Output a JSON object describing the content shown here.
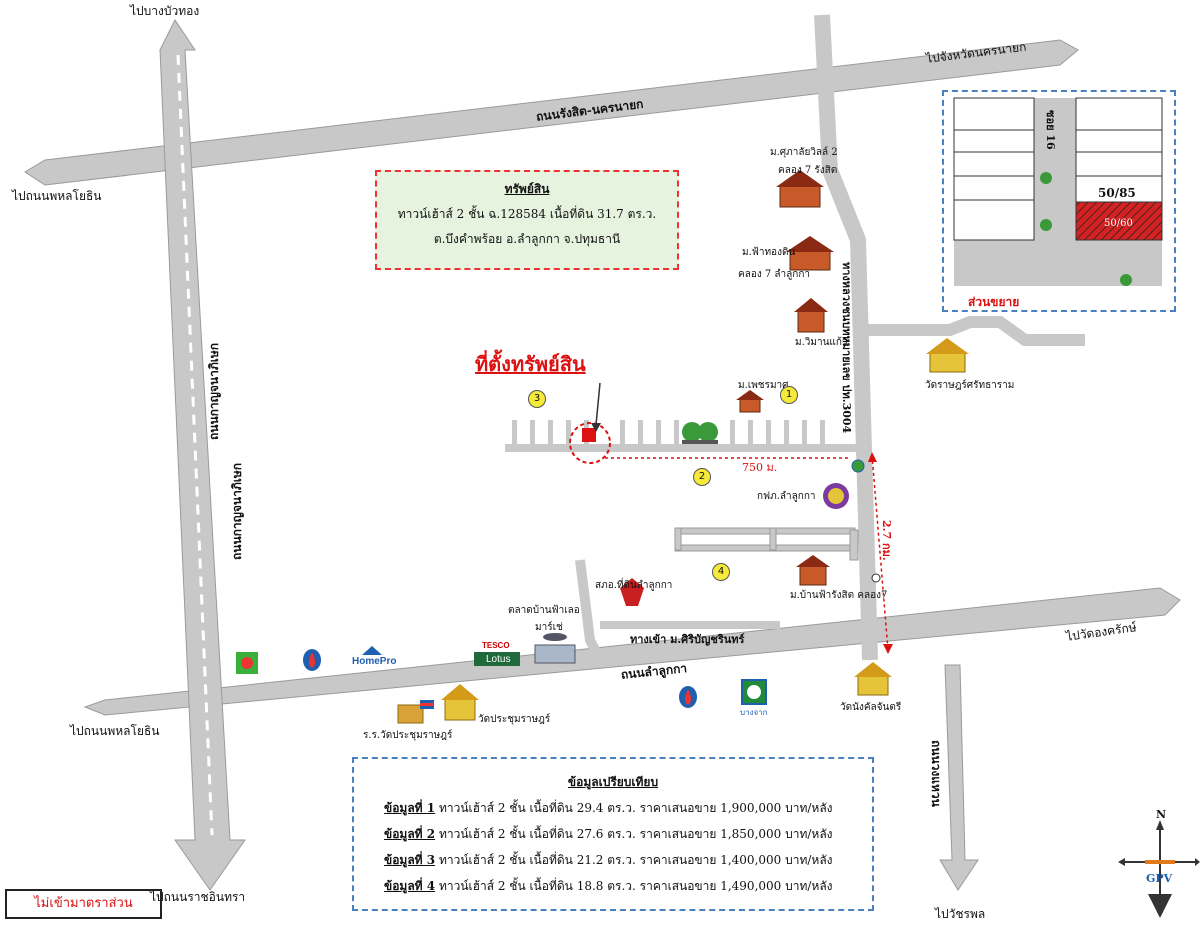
{
  "directions": {
    "north_top": "ไปบางบัวทอง",
    "to_nakhon_nayok": "ไปจังหวัดนครนายก",
    "to_phahon_top": "ไปถนนพหลโยธิน",
    "to_phahon_bottom": "ไปถนนพหลโยธิน",
    "to_ratchainthra": "ไปถนนราชอินทรา",
    "to_wat_ongkarak": "ไปวัดองครักษ์",
    "to_wat_chaphon": "ไปวัชรพล"
  },
  "roads": {
    "rangsit_nakhonnayok": "ถนนรังสิต-นครนายก",
    "lam_luk_ka": "ถนนลำลูกกา",
    "kanchanaphisek_a": "ถนนกาญจนาภิเษก",
    "kanchanaphisek_b": "ถนนกาญจนาภิเษก",
    "route_3004": "ทางหลวงชนบทหมายเลข ปท.3004",
    "soi_16": "ซอย 16",
    "entrance_sapphire": "ทางเข้า ม.ศิริบัญชรินทร์",
    "wongwaen": "ถนนวงแหวน"
  },
  "property": {
    "location_label": "ที่ตั้งทรัพย์สิน",
    "box_title": "ทรัพย์สิน",
    "line1": "ทาวน์เฮ้าส์ 2 ชั้น ฉ.128584 เนื้อที่ดิน 31.7 ตร.ว.",
    "line2": "ต.บึงคำพร้อย อ.ลำลูกกา จ.ปทุมธานี"
  },
  "distances": {
    "d750": "750 ม.",
    "d27": "2.7 กม."
  },
  "landmarks": {
    "m_suphakorn": "ม.ศุภาลัยวิลล์ 2",
    "m_suphakorn_b": "คลอง 7 รังสิต",
    "m_fa_rung": "ม.ฟ้าทองดิน",
    "m_fa_rung_b": "คลอง 7 ลำลูกกา",
    "m_wimarn": "ม.วิมานแก้ว",
    "m_phrommas": "ม.เพชรมาศ",
    "wat_rat": "วัดราษฎร์ศรัทธาราม",
    "kfk": "กฟภ.ลำลูกกา",
    "m_baan_rangsit": "ม.บ้านฟ้ารังสิต คลอง7",
    "police": "สภอ.ที่ดินลำลูกกา",
    "market": "ตลาดบ้านฟ้าเลอ",
    "market_b": "มาร์เช่",
    "school": "ร.ร.วัดประชุมราษฎร์",
    "wat_prachum": "วัดประชุมราษฎร์",
    "wat_nang": "วัดนังคัลจันตรี",
    "homepro": "HomePro",
    "tesco": "TESCO",
    "lotus": "Lotus",
    "bangchak": "บางจาก"
  },
  "inset": {
    "plot_number": "50/85",
    "plot_highlight": "50/60",
    "label": "ส่วนขยาย",
    "soi": "ซอย 16"
  },
  "comparables": {
    "title": "ข้อมูลเปรียบเทียบ",
    "rows": [
      {
        "label": "ข้อมูลที่ 1",
        "text": "ทาวน์เฮ้าส์ 2 ชั้น เนื้อที่ดิน 29.4 ตร.ว. ราคาเสนอขาย 1,900,000 บาท/หลัง"
      },
      {
        "label": "ข้อมูลที่ 2",
        "text": "ทาวน์เฮ้าส์ 2 ชั้น เนื้อที่ดิน 27.6 ตร.ว. ราคาเสนอขาย 1,850,000 บาท/หลัง"
      },
      {
        "label": "ข้อมูลที่ 3",
        "text": "ทาวน์เฮ้าส์ 2 ชั้น เนื้อที่ดิน 21.2 ตร.ว. ราคาเสนอขาย 1,400,000 บาท/หลัง"
      },
      {
        "label": "ข้อมูลที่ 4",
        "text": "ทาวน์เฮ้าส์ 2 ชั้น เนื้อที่ดิน 18.8 ตร.ว. ราคาเสนอขาย 1,490,000 บาท/หลัง"
      }
    ]
  },
  "markers": [
    "1",
    "2",
    "3",
    "4"
  ],
  "note": "ไม่เข้ามาตราส่วน",
  "compass": {
    "north": "N",
    "logo": "GPV"
  },
  "colors": {
    "road": "#c8c8c8",
    "road_edge": "#9a9a9a",
    "highlight": "#d11",
    "house": "#c85a2a",
    "inset_plot": "#d42222"
  },
  "icons": [
    "house-icon",
    "temple-icon",
    "fuel-icon",
    "bangchak-icon",
    "homepro-logo",
    "tesco-lotus-logo",
    "eagle-emblem-icon",
    "compass-icon"
  ]
}
